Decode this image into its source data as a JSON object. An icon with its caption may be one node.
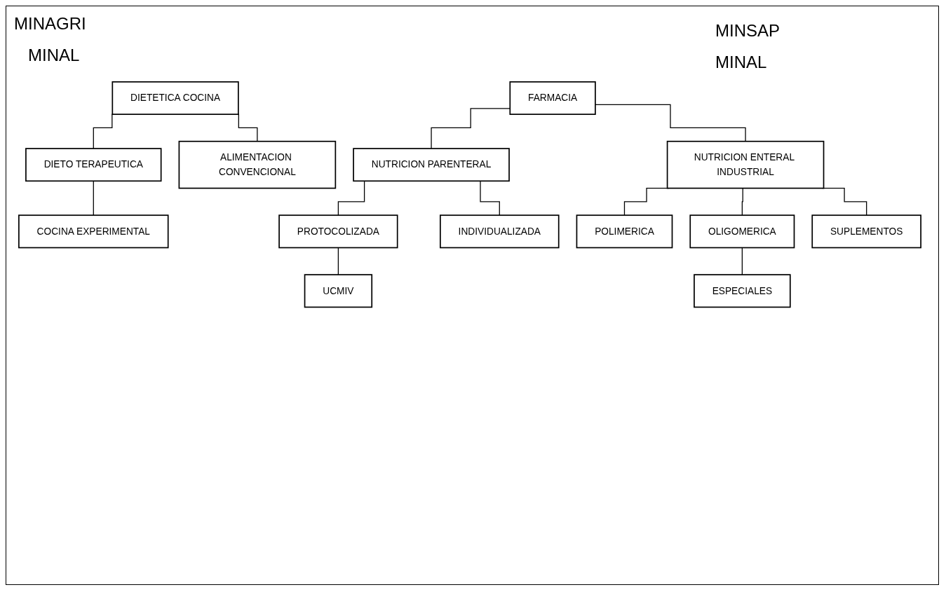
{
  "diagram": {
    "nodes": [
      {
        "text": [
          "DIETETICA COCINA"
        ]
      },
      {
        "text": [
          "DIETO TERAPEUTICA"
        ]
      },
      {
        "text": [
          "ALIMENTACION CONVENCIONAL"
        ]
      },
      {
        "text": [
          "COCINA EXPERIMENTAL"
        ]
      },
      {
        "text": [
          "FARMACIA"
        ]
      },
      {
        "text": [
          "NUTRICION PARENTERAL"
        ]
      },
      {
        "text": [
          "NUTRICION ENTERAL INDUSTRIAL"
        ]
      },
      {
        "text": [
          "PROTOCOLIZADA"
        ]
      },
      {
        "text": [
          "INDIVIDUALIZADA"
        ]
      },
      {
        "text": [
          "UCMIV"
        ]
      },
      {
        "text": [
          "POLIMERICA"
        ]
      },
      {
        "text": [
          "OLIGOMERICA"
        ]
      },
      {
        "text": [
          "SUPLEMENTOS"
        ]
      },
      {
        "text": [
          "ESPECIALES"
        ]
      }
    ],
    "edges": [
      {
        "from": 0,
        "to": 1,
        "arrow": "none"
      },
      {
        "from": 0,
        "to": 2,
        "arrow": "none"
      },
      {
        "from": 1,
        "to": 3,
        "arrow": "none"
      },
      {
        "from": 4,
        "to": 5,
        "arrow": "none"
      },
      {
        "from": 4,
        "to": 6,
        "arrow": "none"
      },
      {
        "from": 5,
        "to": 7,
        "arrow": "none"
      },
      {
        "from": 5,
        "to": 8,
        "arrow": "none"
      },
      {
        "from": 7,
        "to": 9,
        "arrow": "none"
      },
      {
        "from": 6,
        "to": 10,
        "arrow": "none"
      },
      {
        "from": 6,
        "to": 11,
        "arrow": "none"
      },
      {
        "from": 6,
        "to": 12,
        "arrow": "none"
      },
      {
        "from": 11,
        "to": 13,
        "arrow": "none"
      }
    ],
    "labels": [
      "MINAGRI",
      "MINSAP",
      "MINAL",
      "MINAL"
    ]
  }
}
